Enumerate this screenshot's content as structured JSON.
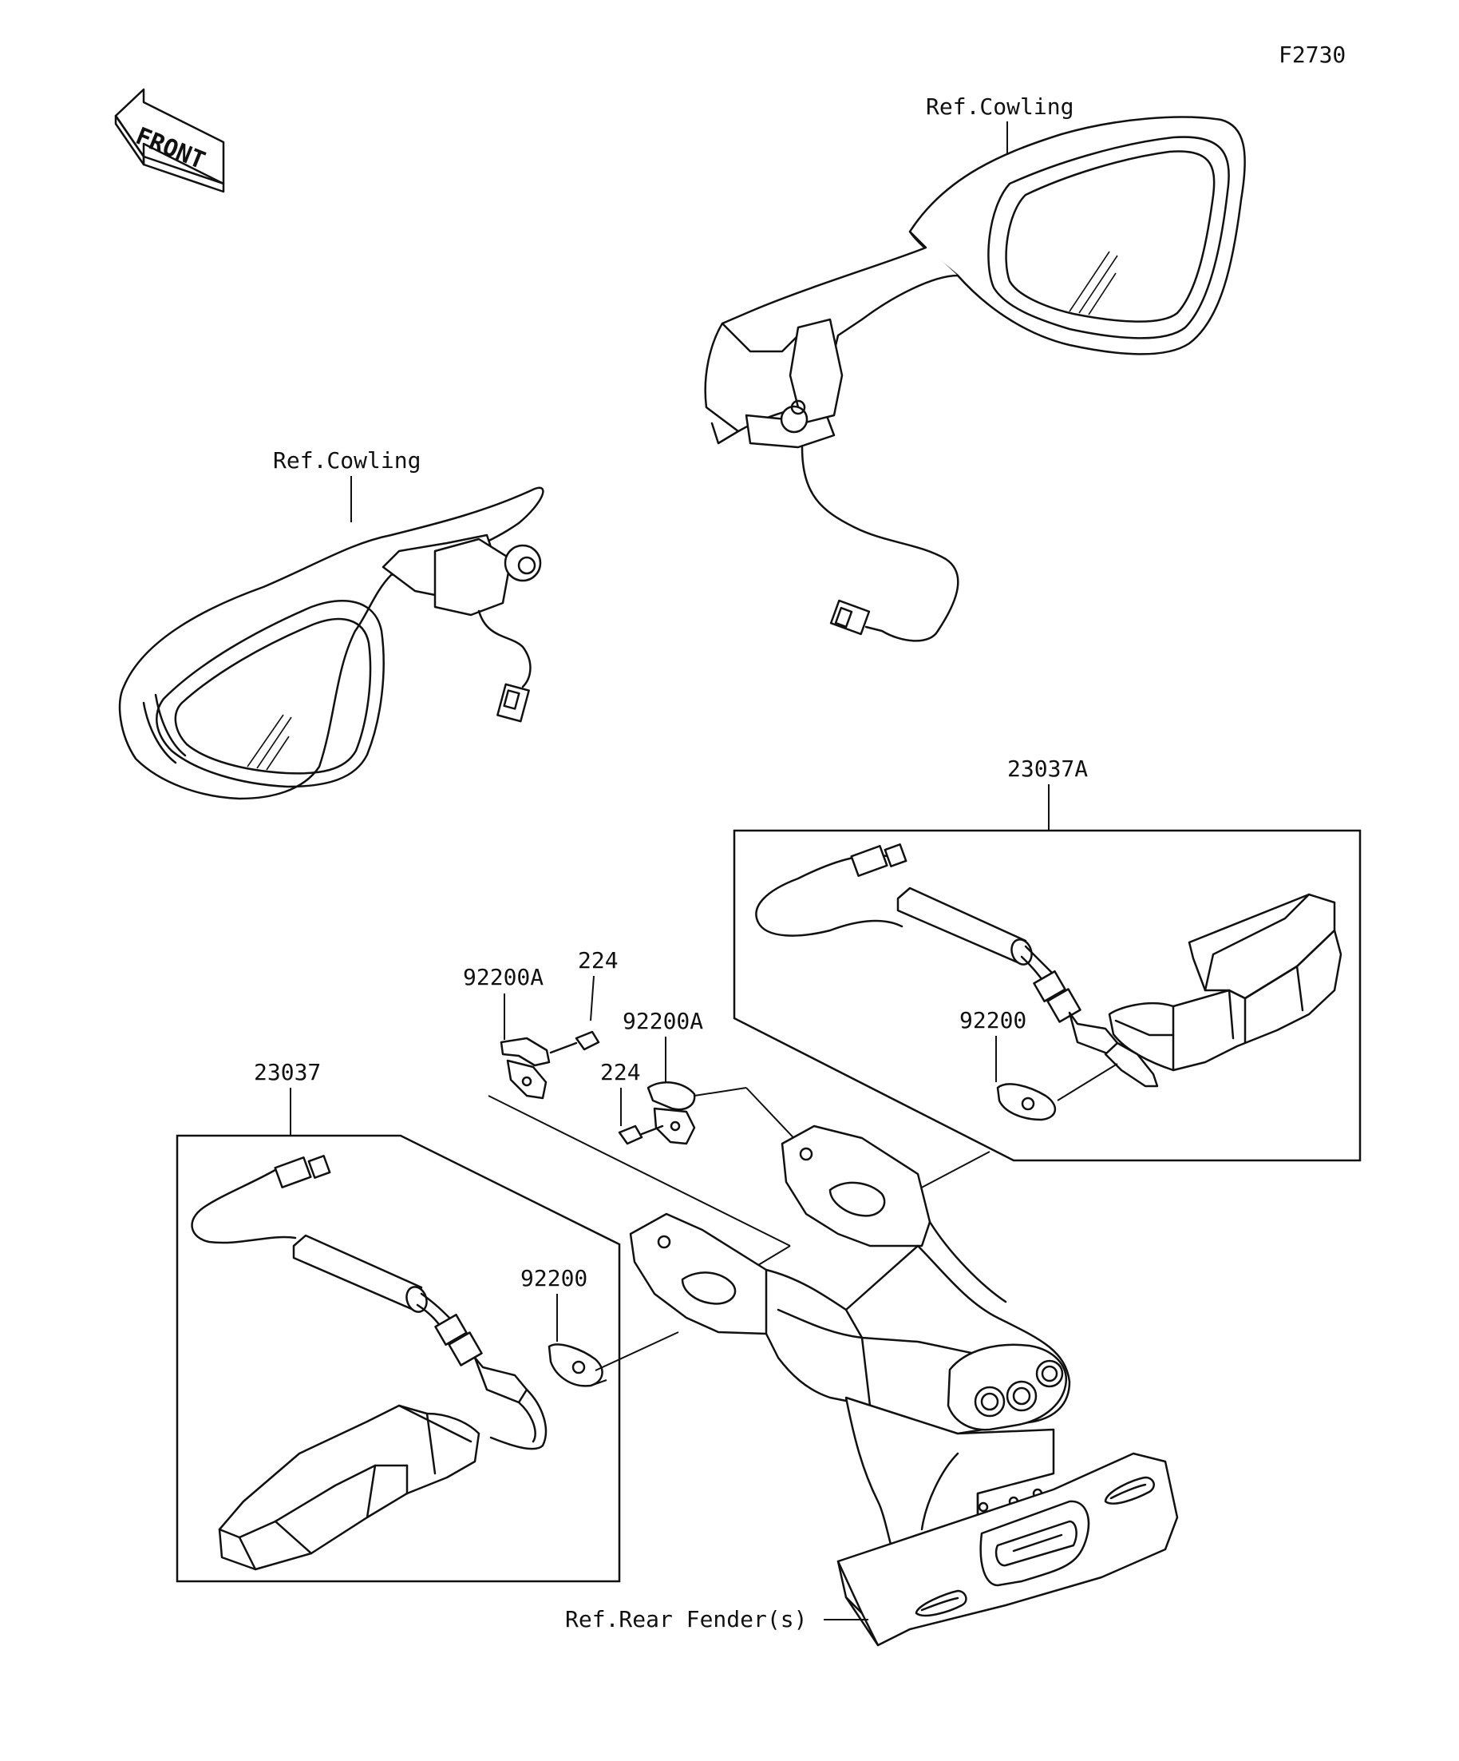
{
  "figure_code": "F2730",
  "front_label": "FRONT",
  "labels": {
    "ref_cowling_right": "Ref.Cowling",
    "ref_cowling_left": "Ref.Cowling",
    "ref_rear_fender": "Ref.Rear Fender(s)"
  },
  "parts": {
    "p23037A": "23037A",
    "p92200_right": "92200",
    "p92200A_left": "92200A",
    "p224_top": "224",
    "p92200A_right": "92200A",
    "p224_bottom": "224",
    "p23037": "23037",
    "p92200_left": "92200"
  }
}
